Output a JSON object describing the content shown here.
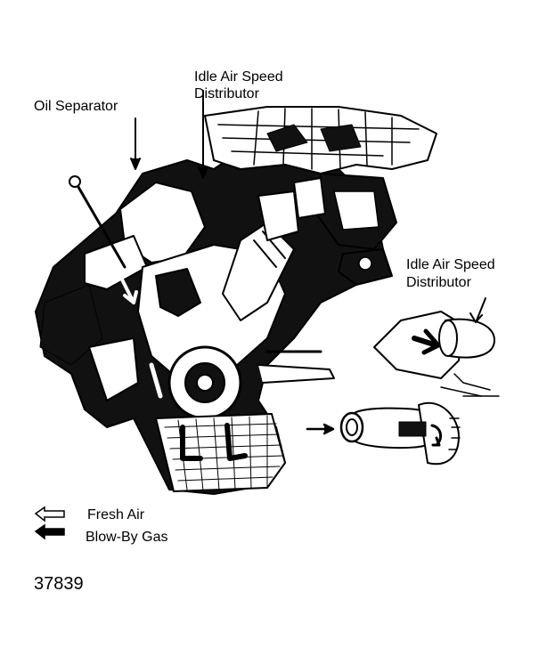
{
  "labels": {
    "oil_separator": "Oil Separator",
    "idle_air_top_1": "Idle Air Speed",
    "idle_air_top_2": "Distributor",
    "idle_air_right_1": "Idle Air Speed",
    "idle_air_right_2": "Distributor"
  },
  "legend": {
    "fresh_air": "Fresh Air",
    "blow_by_gas": "Blow-By Gas"
  },
  "figure_number": "37839"
}
